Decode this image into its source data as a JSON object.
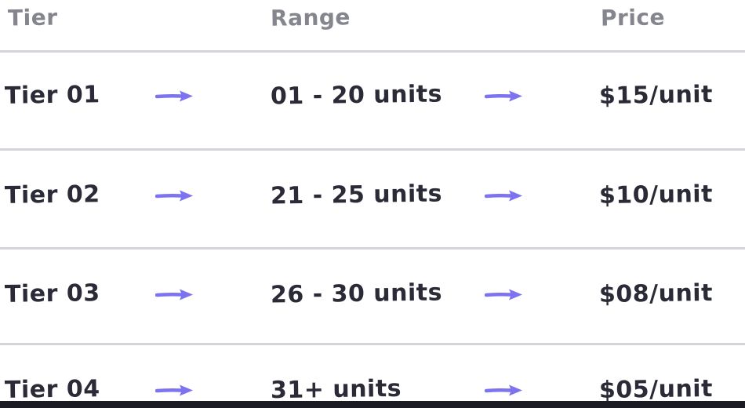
{
  "table": {
    "headers": {
      "tier": "Tier",
      "range": "Range",
      "price": "Price"
    },
    "rows": [
      {
        "tier": "Tier 01",
        "range": "01 - 20 units",
        "price": "$15/unit"
      },
      {
        "tier": "Tier 02",
        "range": "21 - 25 units",
        "price": "$10/unit"
      },
      {
        "tier": "Tier 03",
        "range": "26 - 30 units",
        "price": "$08/unit"
      },
      {
        "tier": "Tier 04",
        "range": "31+ units",
        "price": "$05/unit"
      }
    ]
  },
  "icons": {
    "row_arrow": "right-arrow"
  },
  "colors": {
    "background": "#ffffff",
    "ink": "#2b2b38",
    "header_gray": "#85858e",
    "divider": "#d4d5da",
    "arrow_accent": "#7d73f1",
    "bottom_bar": "#1b1b24"
  }
}
